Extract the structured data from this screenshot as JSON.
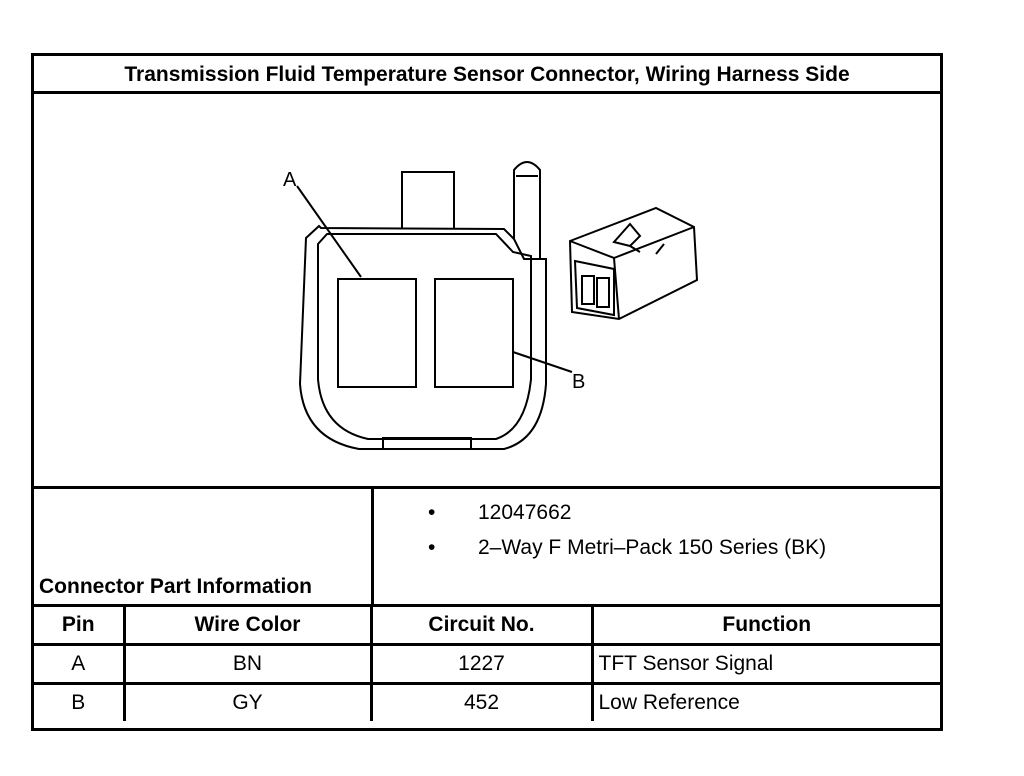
{
  "title": "Transmission Fluid Temperature Sensor Connector, Wiring Harness Side",
  "diagram": {
    "label_a": "A",
    "label_b": "B"
  },
  "connector_info": {
    "label": "Connector Part Information",
    "items": [
      "12047662",
      "2–Way F Metri–Pack 150 Series (BK)"
    ]
  },
  "pin_table": {
    "headers": [
      "Pin",
      "Wire Color",
      "Circuit No.",
      "Function"
    ],
    "rows": [
      [
        "A",
        "BN",
        "1227",
        "TFT Sensor Signal"
      ],
      [
        "B",
        "GY",
        "452",
        "Low Reference"
      ]
    ]
  }
}
